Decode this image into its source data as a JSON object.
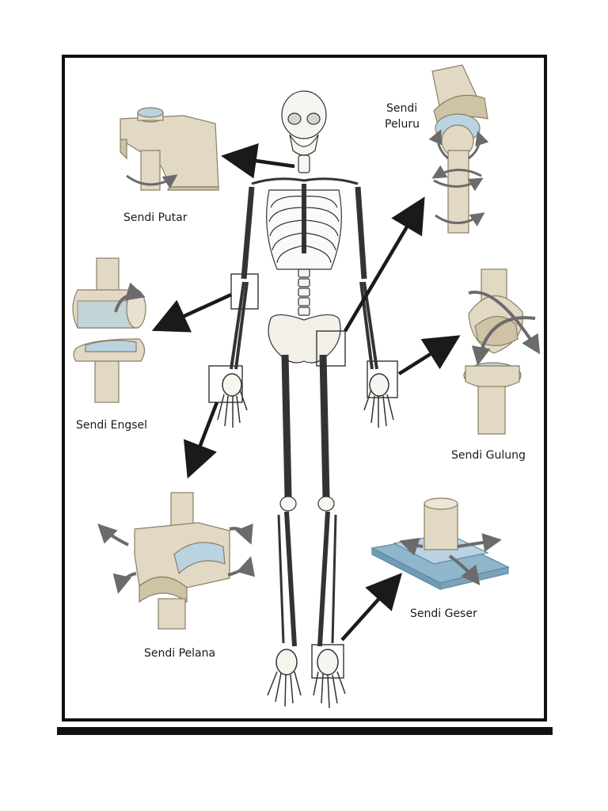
{
  "joints": {
    "putar": {
      "label": "Sendi Putar"
    },
    "peluru": {
      "label_line1": "Sendi",
      "label_line2": "Peluru"
    },
    "engsel": {
      "label": "Sendi Engsel"
    },
    "gulung": {
      "label": "Sendi Gulung"
    },
    "pelana": {
      "label": "Sendi Pelana"
    },
    "geser": {
      "label": "Sendi Geser"
    }
  },
  "colors": {
    "bone": "#e2d9c4",
    "bone_shade": "#cfc3a6",
    "cartilage": "#b9d3e0",
    "plate": "#8fb6cb",
    "arrow": "#1a1a1a",
    "motion_arrow": "#6b6b6b",
    "skeleton_stroke": "#333333"
  }
}
